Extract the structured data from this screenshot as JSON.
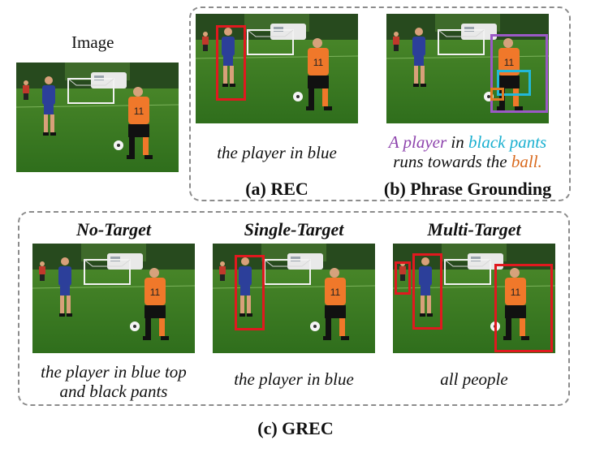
{
  "image_label": "Image",
  "rec": {
    "caption": "the player in blue",
    "title": "(a) REC"
  },
  "phrase_grounding": {
    "title": "(b) Phrase Grounding",
    "line1": {
      "p1": "A player",
      "p2": " in ",
      "p3": "black pants"
    },
    "line2": {
      "p1": "runs towards the ",
      "p2": "ball."
    }
  },
  "grec": {
    "title": "(c) GREC",
    "no_target": {
      "label": "No-Target",
      "caption_line1": "the player in blue top",
      "caption_line2": "and black pants"
    },
    "single_target": {
      "label": "Single-Target",
      "caption": "the player in blue"
    },
    "multi_target": {
      "label": "Multi-Target",
      "caption": "all people"
    }
  },
  "colors": {
    "box_red": "#e0191f",
    "box_purple": "#9b59c6",
    "box_cyan": "#22b8d8",
    "box_orange": "#e07a24",
    "text_purple": "#8e44ad",
    "text_cyan": "#1ab0d0",
    "text_orange": "#d96a1e",
    "dash_border": "#8c8c8c"
  }
}
